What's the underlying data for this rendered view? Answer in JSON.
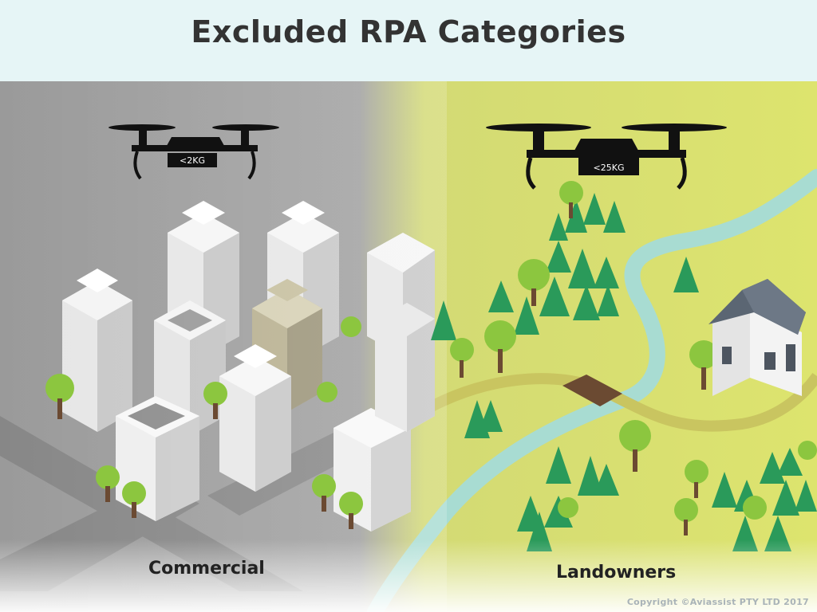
{
  "title": "Excluded RPA Categories",
  "panels": {
    "left": {
      "label": "Commercial",
      "drone_weight": "<2KG"
    },
    "right": {
      "label": "Landowners",
      "drone_weight": "<25KG"
    }
  },
  "copyright": "Copyright ©Aviassist PTY LTD 2017",
  "colors": {
    "header_bg": "#e6f5f6",
    "city_bg": "#989898",
    "rural_bg": "#dce36e",
    "river": "#a8dcd2",
    "tree": "#2a9a5a",
    "round_tree": "#8cc63f"
  }
}
